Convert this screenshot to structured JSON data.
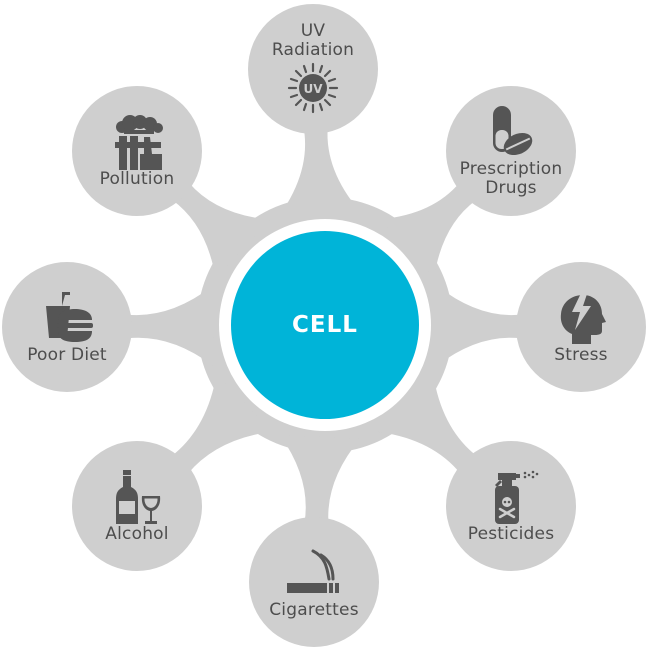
{
  "center": {
    "label": "CELL"
  },
  "colors": {
    "center": "#00b4d8",
    "petal": "#cfcfcf",
    "icon": "#555555",
    "label": "#4d4d4d"
  },
  "factors": [
    {
      "label": "UV\nRadiation",
      "icon": "uv-sun-icon",
      "icon_text": "UV"
    },
    {
      "label": "Prescription\nDrugs",
      "icon": "pill-capsule-icon"
    },
    {
      "label": "Stress",
      "icon": "head-lightning-icon"
    },
    {
      "label": "Pesticides",
      "icon": "spray-bottle-icon"
    },
    {
      "label": "Cigarettes",
      "icon": "cigarette-icon"
    },
    {
      "label": "Alcohol",
      "icon": "bottle-glass-icon"
    },
    {
      "label": "Poor Diet",
      "icon": "fast-food-icon"
    },
    {
      "label": "Pollution",
      "icon": "factory-icon"
    }
  ]
}
